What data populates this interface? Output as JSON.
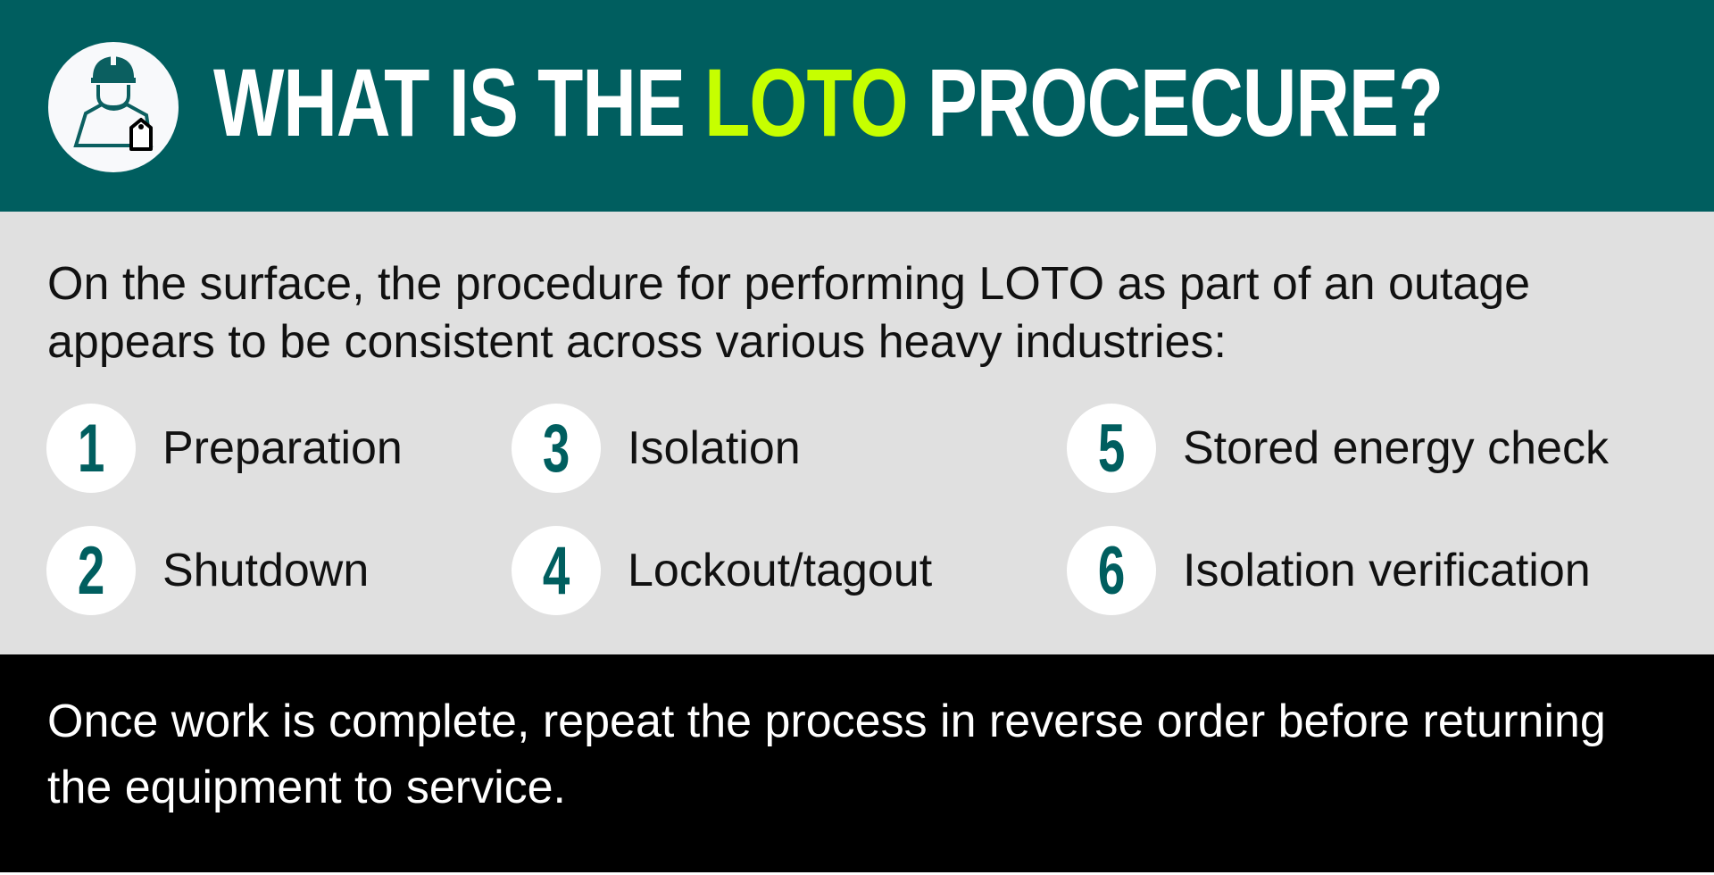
{
  "header": {
    "title_pre": "WHAT IS THE ",
    "title_highlight": "LOTO",
    "title_post": " PROCECURE?",
    "icon": "worker-with-tag-icon",
    "colors": {
      "background": "#005e5f",
      "highlight": "#c6ff00"
    }
  },
  "intro": "On the surface, the procedure for performing LOTO as part of an outage appears to be consistent across various heavy industries:",
  "steps": [
    {
      "number": "1",
      "label": "Preparation"
    },
    {
      "number": "2",
      "label": "Shutdown"
    },
    {
      "number": "3",
      "label": "Isolation"
    },
    {
      "number": "4",
      "label": "Lockout/tagout"
    },
    {
      "number": "5",
      "label": "Stored energy check"
    },
    {
      "number": "6",
      "label": "Isolation verification"
    }
  ],
  "outro": "Once work is complete, repeat the process in reverse order before returning the equipment to service."
}
